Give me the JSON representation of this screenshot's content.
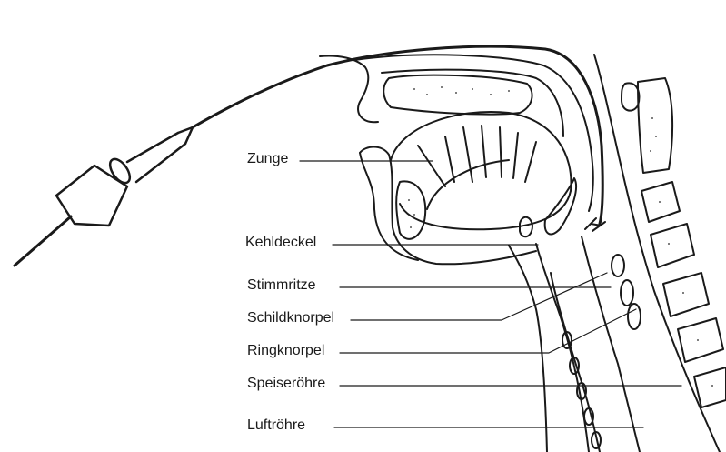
{
  "labels": {
    "zunge": "Zunge",
    "kehldeckel": "Kehldeckel",
    "stimmritze": "Stimmritze",
    "schildknorpel": "Schildknorpel",
    "ringknorpel": "Ringknorpel",
    "speiseroehre": "Speiseröhre",
    "luftroehre": "Luftröhre"
  },
  "colors": {
    "ink": "#1a1a1a",
    "stipple": "#555555",
    "background": "#ffffff"
  }
}
